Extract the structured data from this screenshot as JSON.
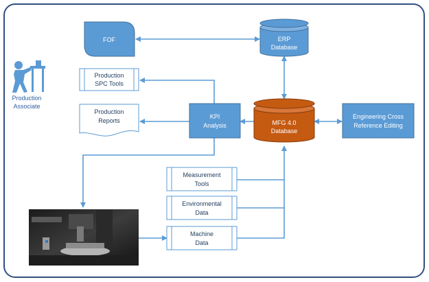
{
  "nodes": {
    "fof": "FOF",
    "erp_line1": "ERP",
    "erp_line2": "Database",
    "mfg_line1": "MFG 4.0",
    "mfg_line2": "Database",
    "kpi_line1": "KPI",
    "kpi_line2": "Analysis",
    "eng_line1": "Engineering Cross",
    "eng_line2": "Reference  Editing",
    "spc_line1": "Production",
    "spc_line2": "SPC Tools",
    "reports_line1": "Production",
    "reports_line2": "Reports",
    "measure_line1": "Measurement",
    "measure_line2": "Tools",
    "env_line1": "Environmental",
    "env_line2": "Data",
    "machine_line1": "Machine",
    "machine_line2": "Data",
    "associate_line1": "Production",
    "associate_line2": "Associate"
  },
  "colors": {
    "box_fill": "#5b9bd5",
    "box_border": "#41719c",
    "mfg_fill": "#c55a11",
    "arrow": "#5b9bd5",
    "frame": "#2f4f7f",
    "person": "#5b9bd5",
    "doc_text": "#1f3b5c"
  },
  "icons": {
    "associate": "person-at-machine-icon",
    "machine_photo": "cnc-machine-photo"
  }
}
